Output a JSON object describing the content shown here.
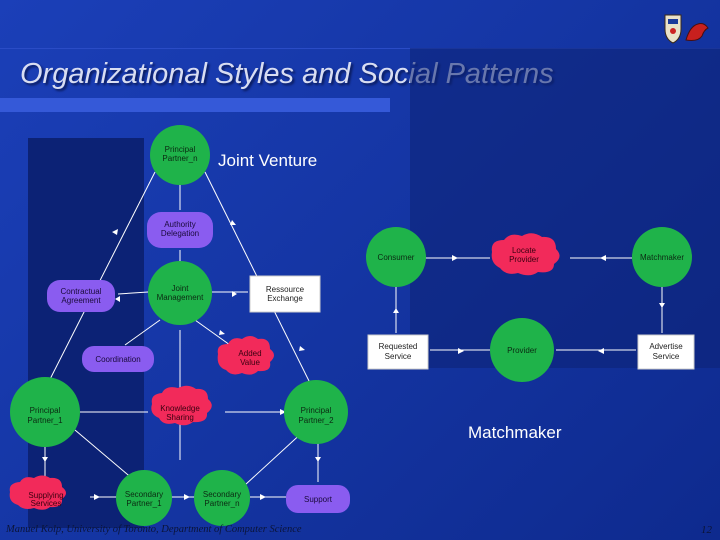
{
  "slide": {
    "title": "Organizational Styles and Social Patterns",
    "footer": "Manuel Kolp, University of Toronto, Department of Computer Science",
    "page_number": "12"
  },
  "joint_venture": {
    "label": "Joint Venture",
    "principal_n": [
      "Principal",
      "Partner_n"
    ],
    "authority": [
      "Authority",
      "Delegation"
    ],
    "contractual": [
      "Contractual",
      "Agreement"
    ],
    "joint_management": [
      "Joint",
      "Management"
    ],
    "resource_exchange": [
      "Ressource",
      "Exchange"
    ],
    "coordination": "Coordination",
    "added_value": [
      "Added",
      "Value"
    ],
    "principal_1": [
      "Principal",
      "Partner_1"
    ],
    "knowledge_sharing": [
      "Knowledge",
      "Sharing"
    ],
    "principal_2": [
      "Principal",
      "Partner_2"
    ],
    "supplying": [
      "Supplying",
      "Services"
    ],
    "secondary_1": [
      "Secondary",
      "Partner_1"
    ],
    "secondary_n": [
      "Secondary",
      "Partner_n"
    ],
    "support": "Support"
  },
  "matchmaker": {
    "label": "Matchmaker",
    "consumer": "Consumer",
    "locate_provider": [
      "Locate",
      "Provider"
    ],
    "matchmaker_node": "Matchmaker",
    "requested_service": [
      "Requested",
      "Service"
    ],
    "provider": "Provider",
    "advertise_service": [
      "Advertise",
      "Service"
    ]
  },
  "colors": {
    "actor": "#1fb34a",
    "goal": "#8a5cf0",
    "softgoal": "#f22a5a",
    "resource": "#ffffff",
    "accent": "#3559d8"
  }
}
